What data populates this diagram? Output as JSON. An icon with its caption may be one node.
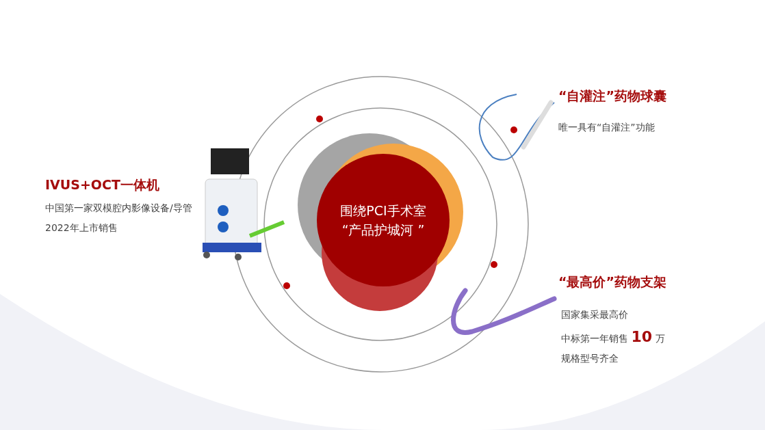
{
  "diagram": {
    "nodes": [
      {
        "text": [
          "围绕PCI手术室",
          "“产品护城河 ”"
        ]
      }
    ],
    "labels": [
      "“自灌注”药物球囊",
      "唯一具有“自灌注”功能",
      "IVUS+OCT一体机",
      "中国第一家双模腔内影像设备/导管",
      "2022年上市销售",
      "“最高价”药物支架",
      "国家集采最高价",
      "中标第一年销售 **10** 万",
      "规格型号齐全"
    ]
  }
}
